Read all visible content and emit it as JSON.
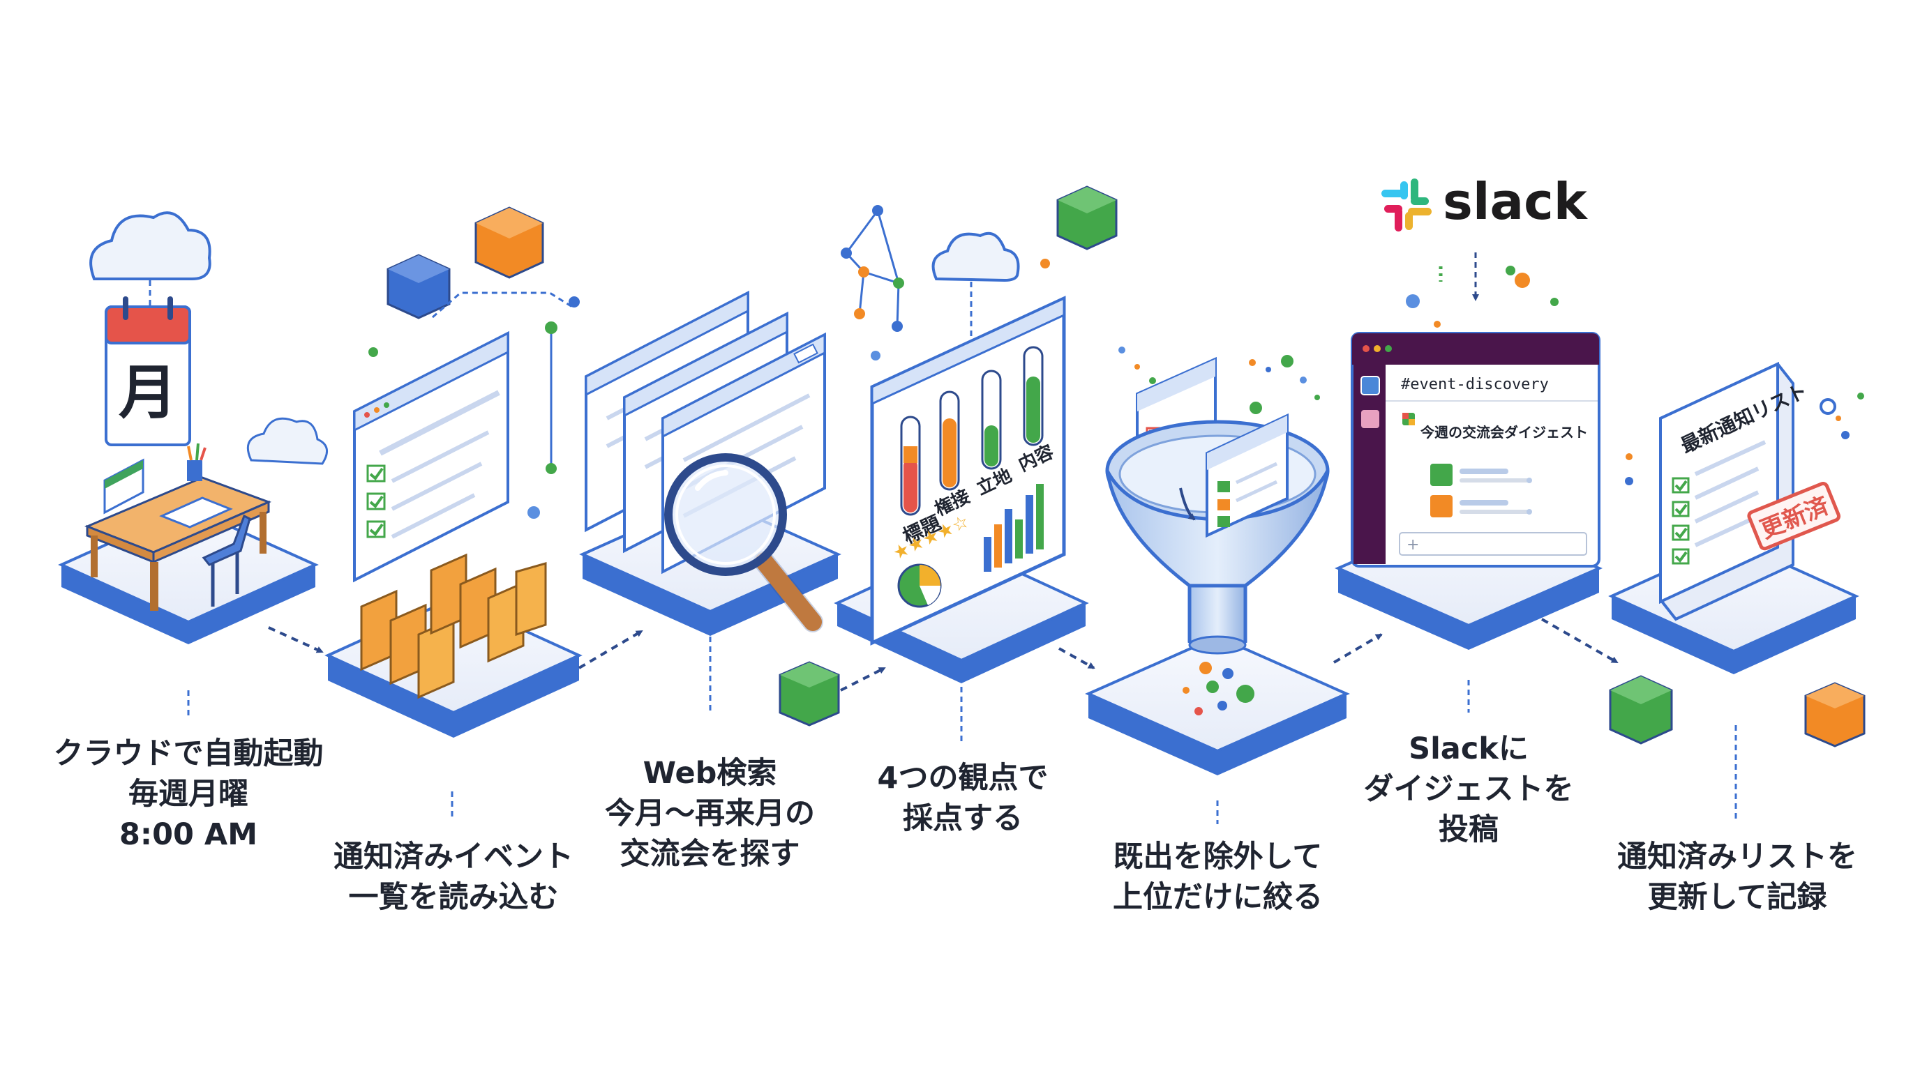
{
  "steps": [
    {
      "lines": [
        "クラウドで自動起動",
        "毎週月曜",
        "8:00 AM"
      ],
      "calendar_glyph": "月"
    },
    {
      "lines": [
        "通知済みイベント",
        "一覧を読み込む"
      ]
    },
    {
      "lines": [
        "Web検索",
        "今月〜再来月の",
        "交流会を探す"
      ]
    },
    {
      "lines": [
        "4つの観点で",
        "採点する"
      ],
      "criteria": [
        "標題",
        "権接",
        "立地",
        "内容"
      ]
    },
    {
      "lines": [
        "既出を除外して",
        "上位だけに絞る"
      ]
    },
    {
      "lines": [
        "Slackに",
        "ダイジェストを",
        "投稿"
      ],
      "channel": "#event-discovery",
      "post_title": "今週の交流会ダイジェスト",
      "composer_glyph": "+"
    },
    {
      "lines": [
        "通知済みリストを",
        "更新して記録"
      ],
      "doc_title": "最新通知リスト",
      "stamp": "更新済"
    }
  ],
  "brand": {
    "name": "slack"
  },
  "icons": [
    "cloud-icon",
    "calendar-icon",
    "desk-icon",
    "folder-icon",
    "browser-window-icon",
    "magnifier-icon",
    "network-icon",
    "test-tube-icon",
    "star-rating-icon",
    "pie-chart-icon",
    "bar-chart-icon",
    "funnel-icon",
    "slack-logo-icon",
    "document-icon",
    "stamp-icon",
    "cube-icon"
  ],
  "colors": {
    "primary_blue": "#3b6fd0",
    "slack_purple": "#4a154b",
    "orange": "#f28a25",
    "green": "#43a74a",
    "red": "#e5544a",
    "stamp_red": "#e0574d"
  }
}
